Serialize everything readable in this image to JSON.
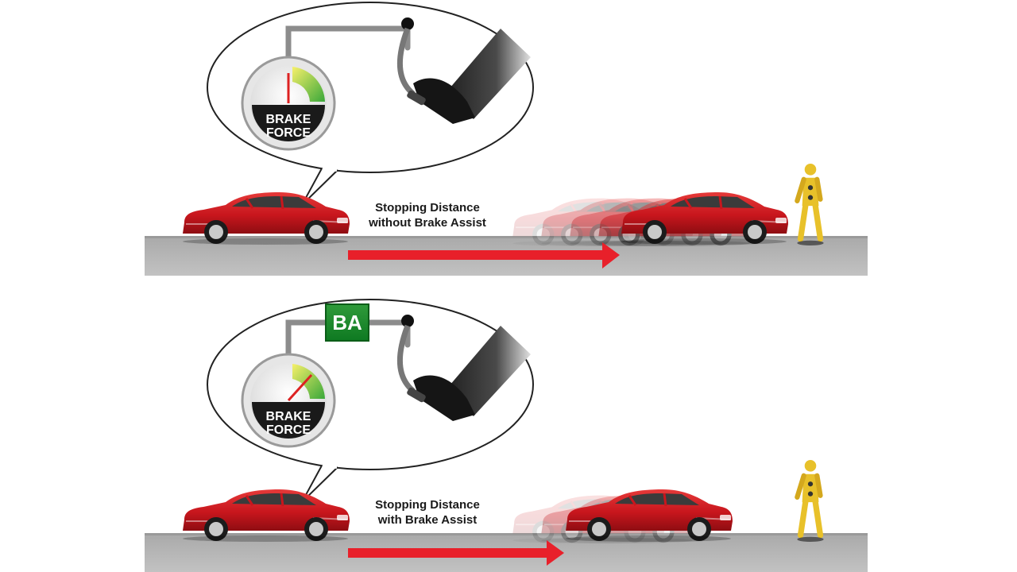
{
  "top_panel": {
    "gauge_label_line1": "BRAKE",
    "gauge_label_line2": "FORCE",
    "caption_line1": "Stopping Distance",
    "caption_line2": "without Brake Assist"
  },
  "bottom_panel": {
    "badge": "BA",
    "gauge_label_line1": "BRAKE",
    "gauge_label_line2": "FORCE",
    "caption_line1": "Stopping Distance",
    "caption_line2": "with Brake Assist"
  },
  "colors": {
    "car": "#c8161d",
    "arrow": "#e8202a",
    "badge": "#1a8a2e",
    "pedestrian": "#e8c12a"
  }
}
